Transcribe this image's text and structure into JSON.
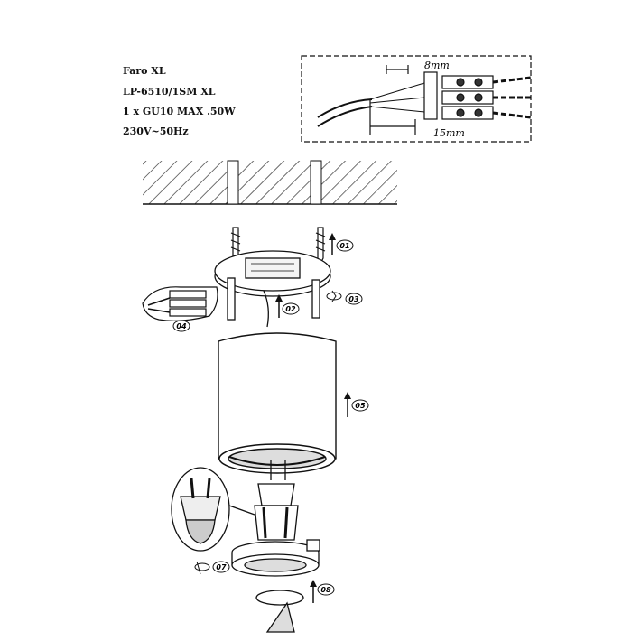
{
  "specs": {
    "model_name": "Faro  XL",
    "model_code": "LP-6510/1SM  XL",
    "bulb": "1 x GU10 MAX .50W",
    "power": "230V~50Hz"
  },
  "wiring_inset": {
    "strip_length": "8mm",
    "insulation_length": "15mm"
  },
  "steps": [
    "01",
    "02",
    "03",
    "04",
    "05",
    "07",
    "08"
  ]
}
